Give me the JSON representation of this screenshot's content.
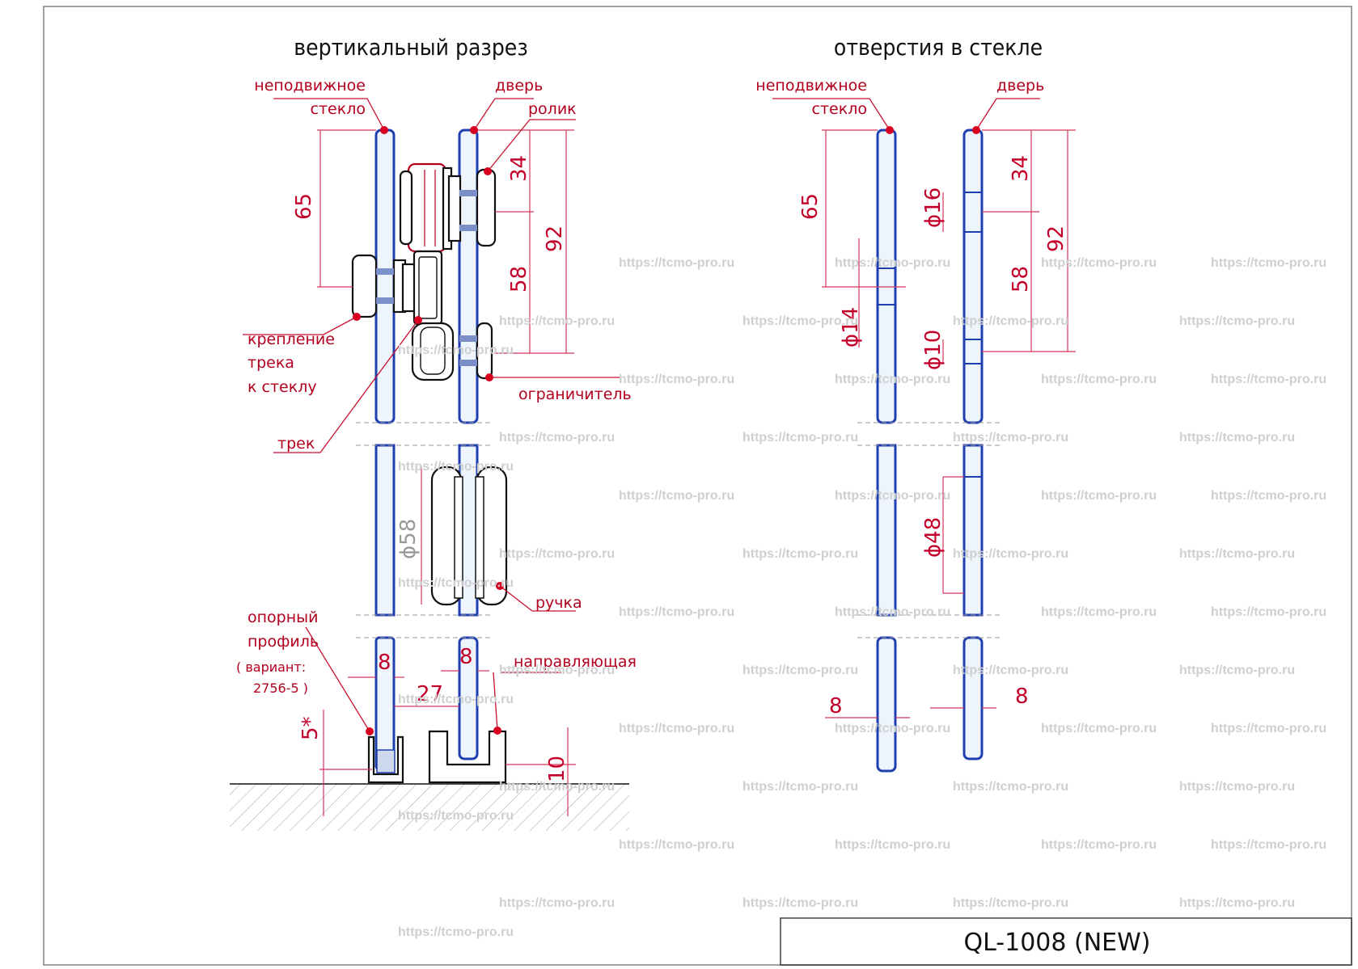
{
  "titles": {
    "left": "вертикальный разрез",
    "right": "отверстия в стекле"
  },
  "labels": {
    "fixed_glass_line1": "неподвижное",
    "fixed_glass_line2": "стекло",
    "door": "дверь",
    "roller": "ролик",
    "track_mount_line1": "крепление",
    "track_mount_line2": "трека",
    "track_mount_line3": "к стеклу",
    "track": "трек",
    "limiter": "ограничитель",
    "handle": "ручка",
    "support_line1": "опорный",
    "support_line2": "профиль",
    "support_line3": "( вариант:",
    "support_line4": "2756-5 )",
    "guide": "направляющая"
  },
  "dimensions": {
    "left_65": "65",
    "left_34": "34",
    "left_92": "92",
    "left_58": "58",
    "handle_d58": "ϕ58",
    "left_8a": "8",
    "left_8b": "8",
    "left_27": "27",
    "left_5": "5*",
    "left_10": "10",
    "right_65": "65",
    "right_d14": "ϕ14",
    "right_d16": "ϕ16",
    "right_34": "34",
    "right_92": "92",
    "right_58": "58",
    "right_d10": "ϕ10",
    "right_d48": "ϕ48",
    "right_8a": "8",
    "right_8b": "8"
  },
  "stamp": {
    "model": "QL-1008 (NEW)"
  },
  "watermark": "https://tcmo-pro.ru",
  "colors": {
    "glass_stroke": "#1f3fb0",
    "annotation": "#b3001e",
    "dimension": "#c3002a",
    "watermark": "#cfcfcf"
  }
}
